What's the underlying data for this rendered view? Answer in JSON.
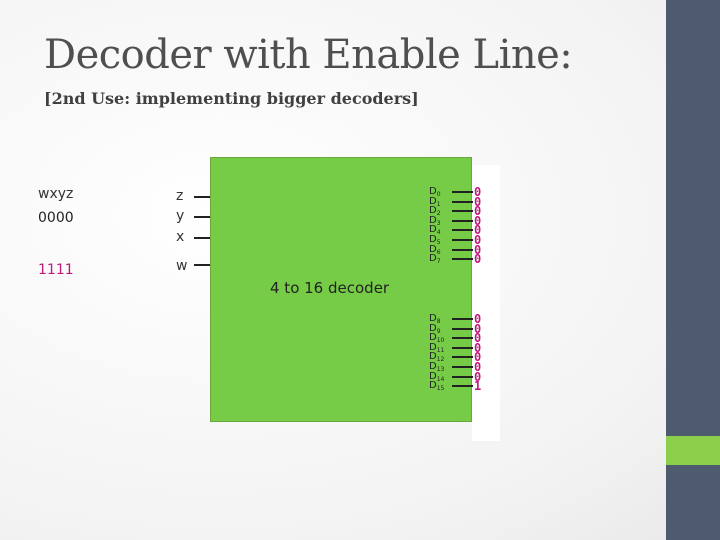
{
  "slide": {
    "title": "Decoder with Enable Line:",
    "subtitle": "[2nd Use: implementing bigger decoders]"
  },
  "left_table": {
    "header": "wxyz",
    "row1": "0000",
    "row2": "1111"
  },
  "inputs": [
    "z",
    "y",
    "x",
    "w"
  ],
  "decoder": {
    "label": "4 to 16 decoder"
  },
  "outputs_top": [
    "D0",
    "D1",
    "D2",
    "D3",
    "D4",
    "D5",
    "D6",
    "D7"
  ],
  "outputs_bottom": [
    "D8",
    "D9",
    "D10",
    "D11",
    "D12",
    "D13",
    "D14",
    "D15"
  ],
  "bits_top": [
    "0",
    "0",
    "0",
    "0",
    "0",
    "0",
    "0",
    "0"
  ],
  "bits_bottom": [
    "0",
    "0",
    "0",
    "0",
    "0",
    "0",
    "0",
    "1"
  ],
  "colors": {
    "decoder_fill": "#76cc46",
    "bit_color": "#c0187a",
    "row2_color": "#c0187a",
    "sidebar": "#4e5b6e",
    "sidebar_accent": "#8ccf4b"
  }
}
